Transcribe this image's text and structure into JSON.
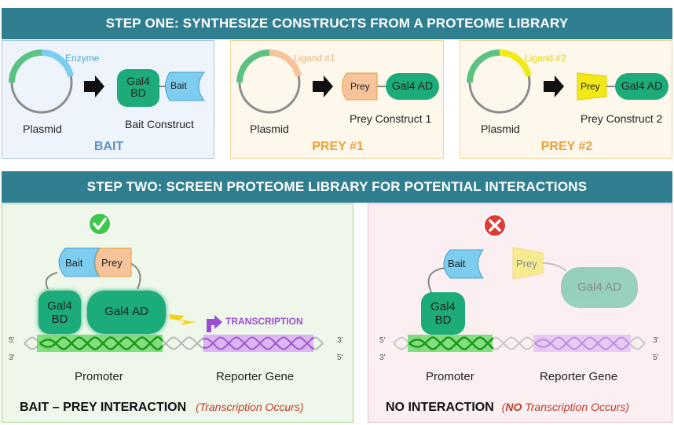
{
  "step_one": {
    "title": "STEP ONE:  SYNTHESIZE CONSTRUCTS FROM A PROTEOME LIBRARY",
    "bait_panel": {
      "arc_label": "Enzyme",
      "plasmid_label": "Plasmid",
      "bd_text_line1": "Gal4",
      "bd_text_line2": "BD",
      "bait_shape_text": "Bait",
      "construct_label": "Bait Construct",
      "title": "BAIT"
    },
    "prey1_panel": {
      "arc_label": "Ligand #1",
      "plasmid_label": "Plasmid",
      "prey_shape_text": "Prey",
      "ad_text": "Gal4 AD",
      "construct_label": "Prey Construct 1",
      "title": "PREY #1"
    },
    "prey2_panel": {
      "arc_label": "Ligand #2",
      "plasmid_label": "Plasmid",
      "prey_shape_text": "Prey",
      "ad_text": "Gal4 AD",
      "construct_label": "Prey Construct 2",
      "title": "PREY #2"
    }
  },
  "step_two": {
    "title": "STEP TWO:  SCREEN PROTEOME LIBRARY FOR POTENTIAL INTERACTIONS",
    "left_panel": {
      "bait_text": "Bait",
      "prey_text": "Prey",
      "bd_line1": "Gal4",
      "bd_line2": "BD",
      "ad_text": "Gal4 AD",
      "transcription_text": "TRANSCRIPTION",
      "five_prime": "5'",
      "three_prime": "3'",
      "promoter_label": "Promoter",
      "reporter_label": "Reporter Gene",
      "result_bold": "BAIT – PREY INTERACTION",
      "result_italic": "(Transcription Occurs)"
    },
    "right_panel": {
      "bait_text": "Bait",
      "prey_text": "Prey",
      "bd_line1": "Gal4",
      "bd_line2": "BD",
      "ad_text": "Gal4 AD",
      "five_prime": "5'",
      "three_prime": "3'",
      "promoter_label": "Promoter",
      "reporter_label": "Reporter Gene",
      "result_bold": "NO INTERACTION",
      "result_paren_open": "(",
      "result_no": "NO",
      "result_italic": " Transcription Occurs)"
    }
  },
  "colors": {
    "banner": "#2f7f91",
    "bait_blue": "#5e8fc7",
    "prey_orange": "#e8a23b",
    "gal4_green": "#1dab7a",
    "enzyme_blue": "#7ccdf0",
    "ligand1_peach": "#f6c39a",
    "ligand2_yellow": "#f2ea18",
    "reporter_purple": "#c27be8",
    "promoter_green": "#3cc94a",
    "result_red": "#c0392b"
  }
}
